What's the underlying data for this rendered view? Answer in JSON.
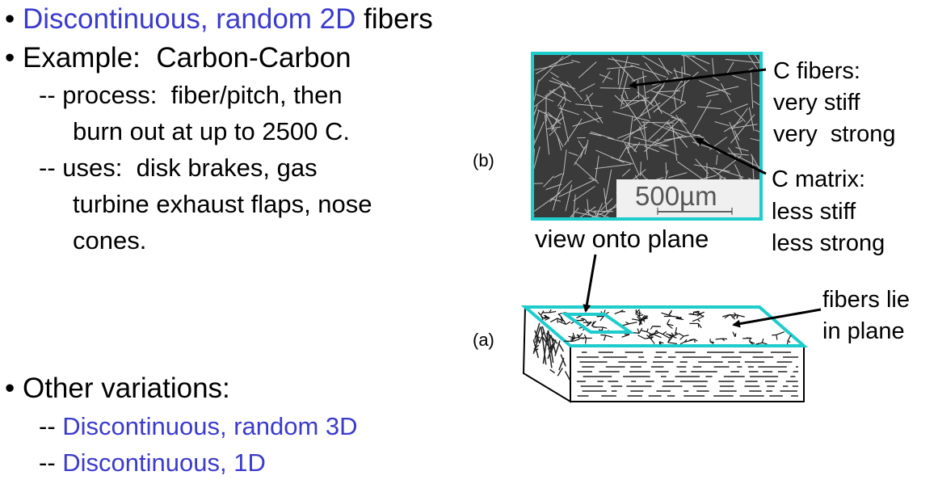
{
  "bullets": {
    "b1_blue": "Discontinuous, random 2D",
    "b1_rest": " fibers",
    "b2": "Example:  Carbon-Carbon",
    "process1": "-- process:  fiber/pitch, then",
    "process2": "burn out at up to 2500 C.",
    "uses1": "-- uses:  disk brakes, gas",
    "uses2": "turbine exhaust flaps, nose",
    "uses3": "cones.",
    "b3": "Other variations:",
    "dash": "-- ",
    "var1": "Discontinuous, random 3D",
    "var2": "Discontinuous, 1D"
  },
  "figure": {
    "label_b": "(b)",
    "label_a": "(a)",
    "scale": "500µm",
    "view": "view onto plane",
    "fibers": [
      "C fibers:",
      "very stiff",
      "very  strong"
    ],
    "matrix": [
      "C matrix:",
      "less stiff",
      "less strong"
    ],
    "plane": [
      "fibers lie",
      "in plane"
    ]
  },
  "colors": {
    "accent": "#3b3bcc",
    "teal": "#1fcccc"
  }
}
